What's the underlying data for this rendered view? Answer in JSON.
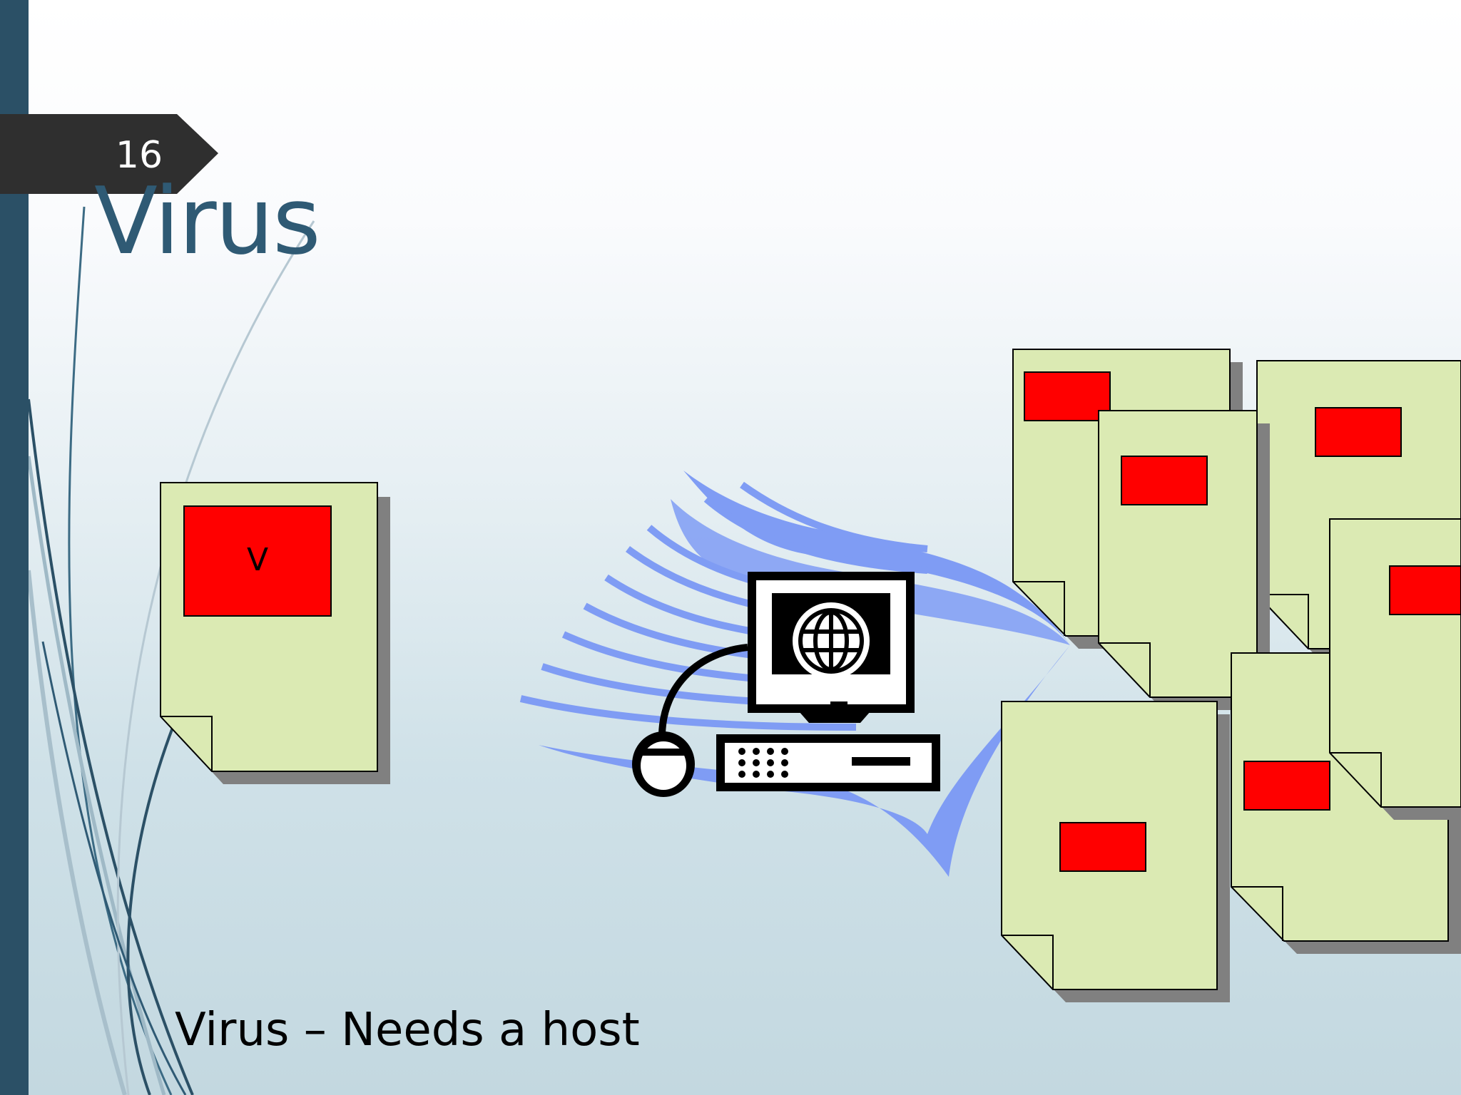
{
  "slide": {
    "number": "16",
    "title": "Virus",
    "caption": "Virus – Needs a host",
    "host_file_label": "V"
  },
  "icons": {
    "computer": "computer-with-globe-icon",
    "mouse": "mouse-icon",
    "keyboard": "keyboard-icon"
  },
  "colors": {
    "sidebar": "#2b5066",
    "title": "#2f5a74",
    "file_fill": "#dbeab3",
    "virus_block": "#ff0000",
    "spread_wave": "#7f9cf4"
  }
}
